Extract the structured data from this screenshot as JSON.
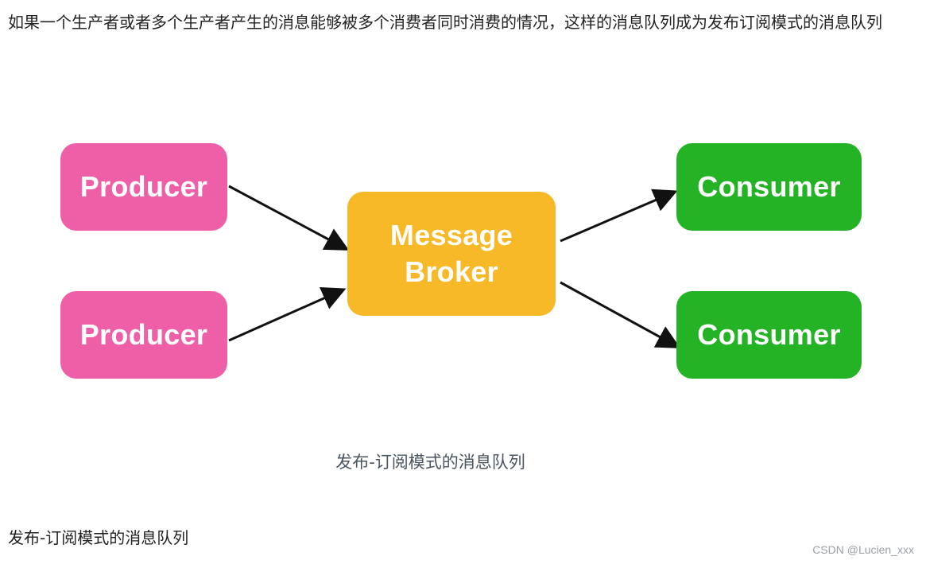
{
  "article": {
    "intro": "如果一个生产者或者多个生产者产生的消息能够被多个消费者同时消费的情况，这样的消息队列成为发布订阅模式的消息队列",
    "figure_caption": "发布-订阅模式的消息队列",
    "footer_text": "发布-订阅模式的消息队列",
    "watermark": "CSDN @Lucien_xxx"
  },
  "diagram": {
    "producers": [
      {
        "label": "Producer"
      },
      {
        "label": "Producer"
      }
    ],
    "broker": {
      "line1": "Message",
      "line2": "Broker"
    },
    "consumers": [
      {
        "label": "Consumer"
      },
      {
        "label": "Consumer"
      }
    ],
    "colors": {
      "producer": "#ef5fa7",
      "broker": "#f7b928",
      "consumer": "#23b324",
      "arrow": "#111111"
    }
  }
}
